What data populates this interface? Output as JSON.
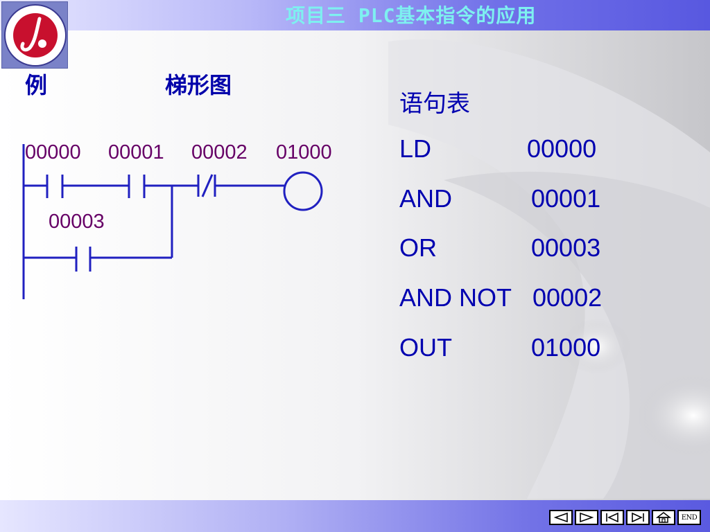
{
  "header": {
    "title": "项目三 PLC基本指令的应用"
  },
  "content": {
    "example_label": "例",
    "ladder_title": "梯形图",
    "statement_title": "语句表"
  },
  "ladder": {
    "contacts": [
      {
        "address": "00000",
        "type": "normally-open"
      },
      {
        "address": "00001",
        "type": "normally-open"
      },
      {
        "address": "00002",
        "type": "normally-closed"
      },
      {
        "address": "00003",
        "type": "normally-open"
      }
    ],
    "coil": {
      "address": "01000"
    }
  },
  "statement_list": [
    {
      "op": "LD",
      "arg": "00000"
    },
    {
      "op": "AND",
      "arg": "00001"
    },
    {
      "op": "OR",
      "arg": "00003"
    },
    {
      "op": "AND NOT",
      "arg": "00002"
    },
    {
      "op": "OUT",
      "arg": "01000"
    }
  ],
  "footer": {
    "nav": [
      {
        "icon": "prev-page-icon"
      },
      {
        "icon": "next-page-icon"
      },
      {
        "icon": "first-page-icon"
      },
      {
        "icon": "last-page-icon"
      },
      {
        "icon": "home-icon"
      },
      {
        "icon": "end-icon",
        "label": "END"
      }
    ]
  },
  "colors": {
    "title_text": "#7ef0f0",
    "heading_blue": "#0000aa",
    "address_purple": "#660066",
    "ladder_line": "#2020c0"
  }
}
